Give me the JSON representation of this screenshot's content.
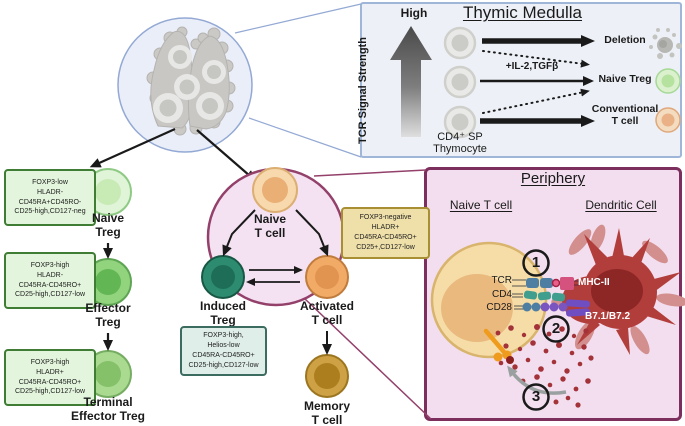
{
  "thymic_medulla": {
    "title": "Thymic Medulla",
    "high_label": "High",
    "axis_label": "TCR Signal Strength",
    "thymocyte_label": "CD4⁺ SP\nThymocyte",
    "il2_label": "+IL-2,TGFβ",
    "deletion_label": "Deletion",
    "naive_treg_label": "Naive Treg",
    "conventional_label": "Conventional\nT cell"
  },
  "treg_pathway": {
    "naive": {
      "label": "Naive\nTreg",
      "markers": "FOXP3-low\nHLADR-\nCD45RA+CD45RO-\nCD25-high,CD127-neg"
    },
    "effector": {
      "label": "Effector\nTreg",
      "markers": "FOXP3-high\nHLADR-\nCD45RA-CD45RO+\nCD25-high,CD127-low"
    },
    "terminal": {
      "label": "Terminal\nEffector Treg",
      "markers": "FOXP3-high\nHLADR+\nCD45RA-CD45RO+\nCD25-high,CD127-low"
    }
  },
  "t_cell_pathway": {
    "naive": {
      "label": "Naive\nT cell"
    },
    "induced": {
      "label": "Induced\nTreg",
      "markers": "FOXP3-high,\nHelios-low\nCD45RA-CD45RO+\nCD25-high,CD127-low"
    },
    "activated": {
      "label": "Activated\nT cell",
      "markers": "FOXP3-negative\nHLADR+\nCD45RA-CD45RO+\nCD25+,CD127-low"
    },
    "memory": {
      "label": "Memory\nT cell"
    }
  },
  "periphery": {
    "title": "Periphery",
    "naive_header": "Naive T cell",
    "dc_header": "Dendritic Cell",
    "tcr_label": "TCR",
    "cd4_label": "CD4",
    "cd28_label": "CD28",
    "mhc2_label": "MHC-II",
    "b7_label": "B7.1/B7.2",
    "step1": "1",
    "step2": "2",
    "step3": "3"
  },
  "colors": {
    "naive_treg_green": "#e0f4d8",
    "effector_treg_green": "#92d47d",
    "induced_treg_teal": "#2d8c70",
    "activated_orange": "#f2ab67",
    "memory_brown": "#cda144",
    "naive_t_tan": "#f7d9ad",
    "dendritic_red": "#b23e3c",
    "periphery_pink": "#f2deee",
    "medulla_blue": "#edf1f7",
    "marker_box_green": "#e3f5dc",
    "marker_box_yellow": "#efe0a9",
    "marker_box_teal": "#dfeee8"
  }
}
